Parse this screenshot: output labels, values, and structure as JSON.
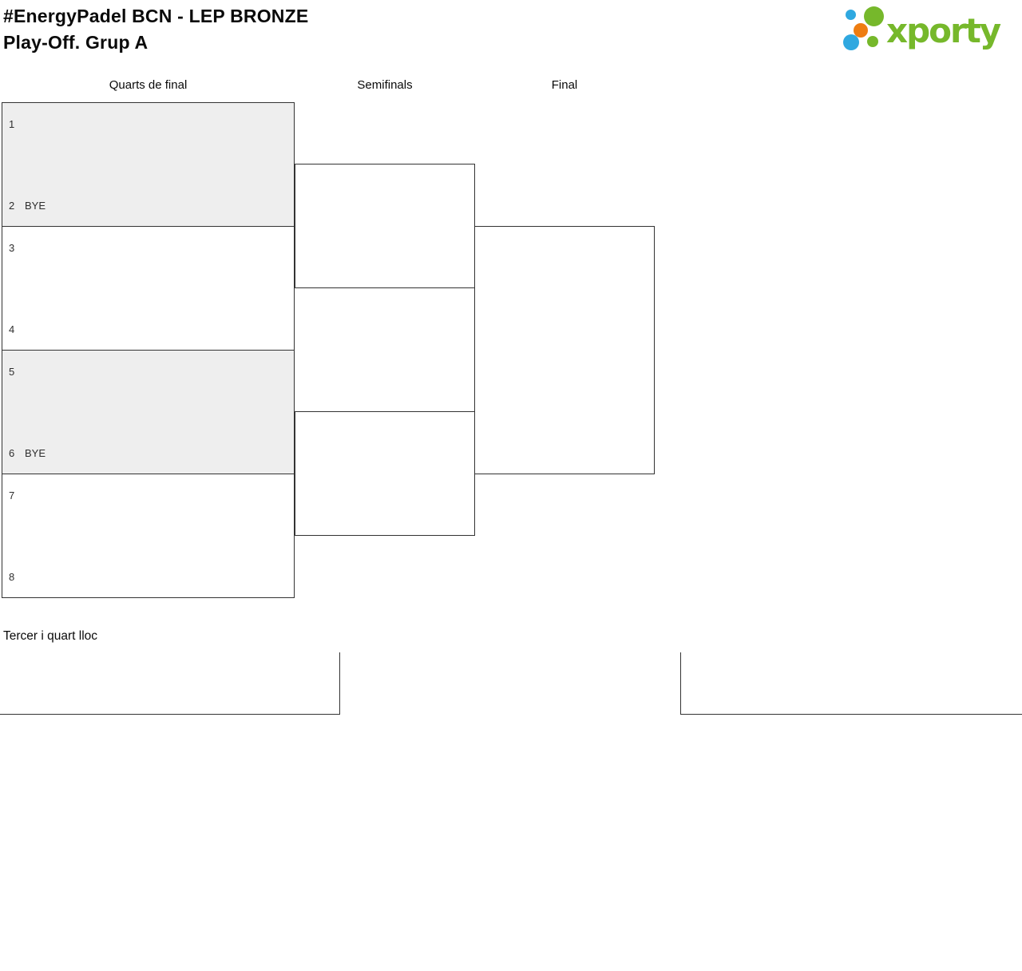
{
  "title": {
    "line1": "#EnergyPadel BCN - LEP BRONZE",
    "line2": "Play-Off. Grup A"
  },
  "logo": {
    "wordmark": "xporty"
  },
  "bracket": {
    "columns": [
      {
        "label": "Quarts de final"
      },
      {
        "label": "Semifinals"
      },
      {
        "label": "Final"
      }
    ],
    "quarterfinals": [
      {
        "top": {
          "seed": "1",
          "name": ""
        },
        "bottom": {
          "seed": "2",
          "name": "BYE"
        },
        "shaded": true
      },
      {
        "top": {
          "seed": "3",
          "name": ""
        },
        "bottom": {
          "seed": "4",
          "name": ""
        },
        "shaded": false
      },
      {
        "top": {
          "seed": "5",
          "name": ""
        },
        "bottom": {
          "seed": "6",
          "name": "BYE"
        },
        "shaded": true
      },
      {
        "top": {
          "seed": "7",
          "name": ""
        },
        "bottom": {
          "seed": "8",
          "name": ""
        },
        "shaded": false
      }
    ],
    "semifinals": [
      {
        "top": {
          "name": ""
        },
        "bottom": {
          "name": ""
        }
      },
      {
        "top": {
          "name": ""
        },
        "bottom": {
          "name": ""
        }
      }
    ],
    "final": {
      "top": {
        "name": ""
      },
      "bottom": {
        "name": ""
      }
    }
  },
  "third_place": {
    "heading": "Tercer i quart lloc"
  },
  "colors": {
    "green": "#76B82B",
    "blue": "#2FA8E0",
    "orange": "#EE7D11",
    "border": "#333333",
    "text": "#2E2E2E",
    "shaded": "#EEEEEE"
  }
}
